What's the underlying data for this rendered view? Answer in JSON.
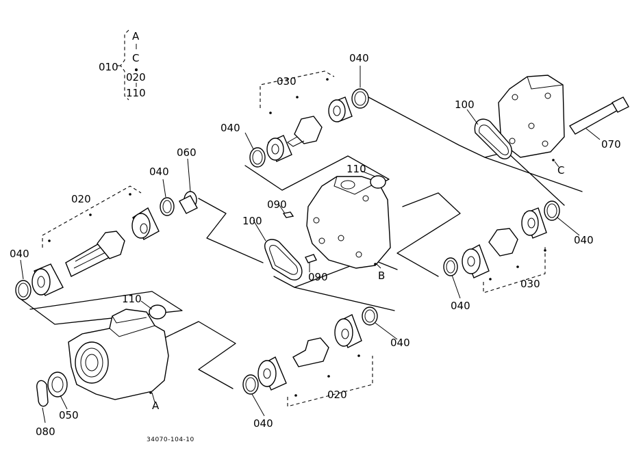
{
  "assembly": {
    "parent": "010",
    "items": [
      "A",
      "C",
      "020",
      "110"
    ]
  },
  "labels": {
    "l040_top": "040",
    "l030_top": "030",
    "l040_topleft": "040",
    "l100_top": "100",
    "l070": "070",
    "lC": "C",
    "l060": "060",
    "l040_mid": "040",
    "l020_top": "020",
    "l040_left": "040",
    "l110_mid": "110",
    "l090_a": "090",
    "l100_mid": "100",
    "l090_b": "090",
    "lB": "B",
    "l040_right": "040",
    "l040_rightlow": "040",
    "l030_right": "030",
    "l110_low": "110",
    "lA": "A",
    "l040_lowright": "040",
    "l020_low": "020",
    "l040_bottom": "040",
    "l050": "050",
    "l080": "080"
  },
  "drawing_number": "34070-104-10"
}
